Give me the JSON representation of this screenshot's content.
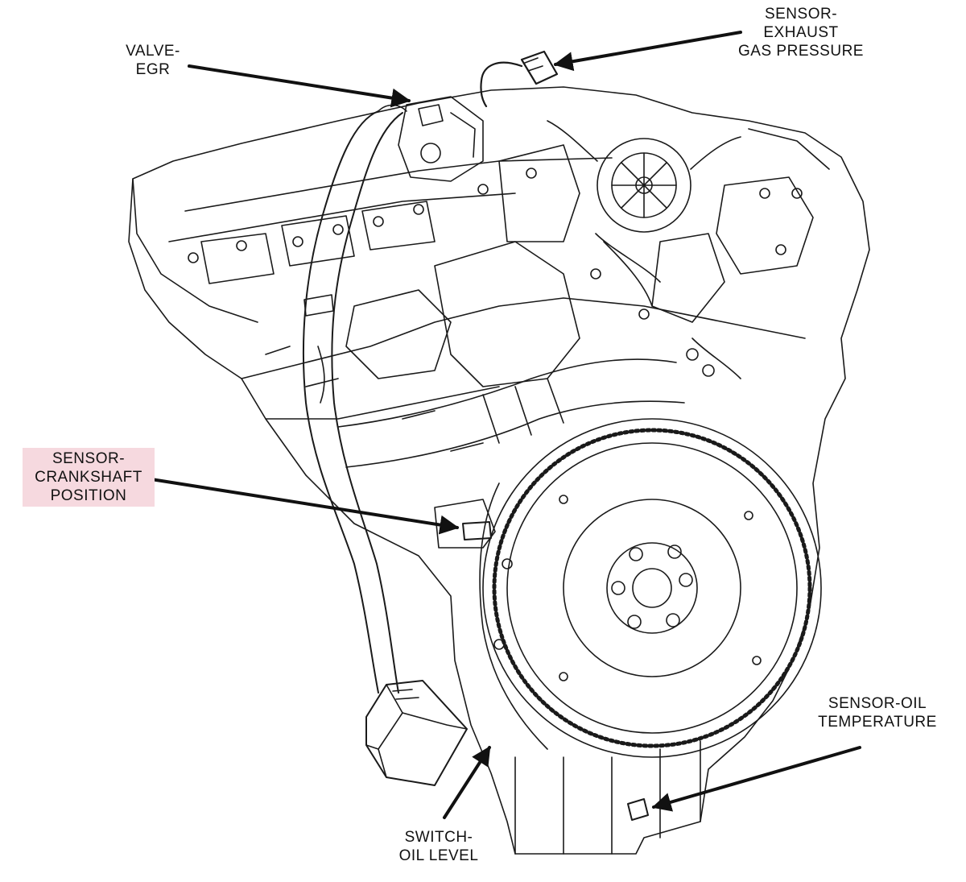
{
  "callouts": {
    "valve_egr": {
      "lines": [
        "VALVE-",
        "EGR"
      ]
    },
    "sensor_exhaust_gas_pressure": {
      "lines": [
        "SENSOR-",
        "EXHAUST",
        "GAS PRESSURE"
      ]
    },
    "sensor_crankshaft_position": {
      "lines": [
        "SENSOR-",
        "CRANKSHAFT",
        "POSITION"
      ]
    },
    "switch_oil_level": {
      "lines": [
        "SWITCH-",
        "OIL LEVEL"
      ]
    },
    "sensor_oil_temperature": {
      "lines": [
        "SENSOR-OIL",
        "TEMPERATURE"
      ]
    }
  },
  "colors": {
    "line_art": "#1a1a1a",
    "highlight": "#f6d9df",
    "background": "#ffffff"
  }
}
